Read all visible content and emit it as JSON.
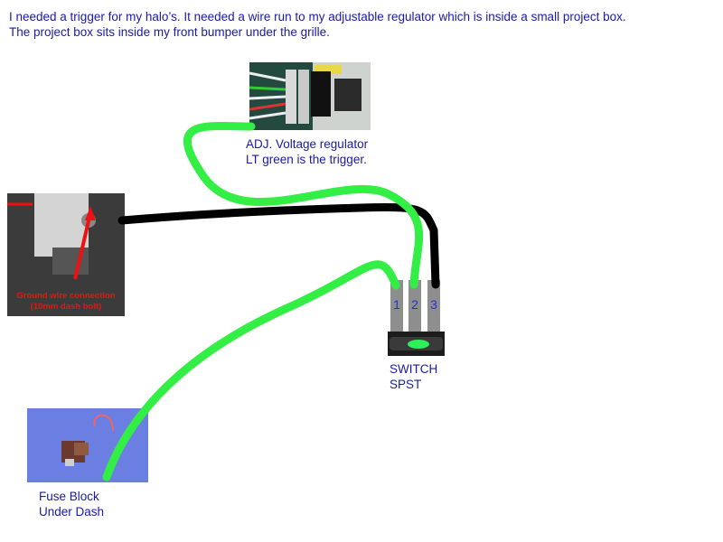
{
  "intro": {
    "line1": "I needed a trigger for my halo’s. It needed a wire run to my adjustable regulator which is inside a small project box.",
    "line2": "The project box sits inside my front bumper under the grille."
  },
  "regulator": {
    "caption1": "ADJ. Voltage regulator",
    "caption2": "LT green is the trigger."
  },
  "ground": {
    "caption1": "Ground wire connection",
    "caption2": "(10mm dash bolt)"
  },
  "switch": {
    "terminals": [
      "1",
      "2",
      "3"
    ],
    "caption1": "SWITCH",
    "caption2": "SPST"
  },
  "fuse": {
    "caption1": "Fuse Block",
    "caption2": "Under Dash"
  },
  "colors": {
    "text": "#1a1aa8",
    "trigger_wire": "#33ee44",
    "ground_wire": "#000000",
    "annotation": "#ee1111",
    "fuse_background": "#6b7fe3"
  }
}
